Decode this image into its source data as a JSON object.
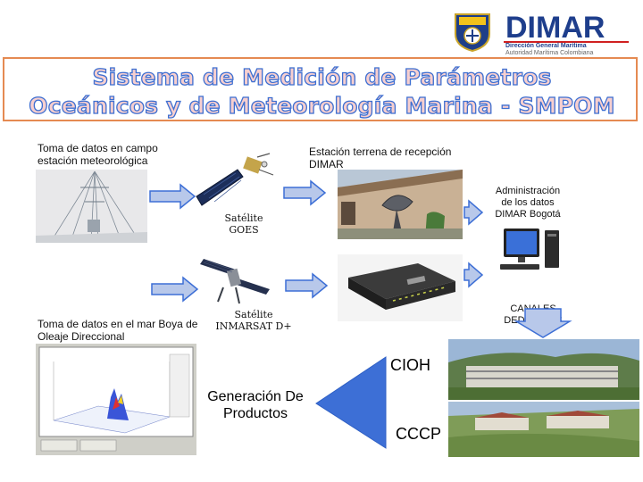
{
  "header": {
    "logo_text_main": "DIMAR",
    "logo_text_sub1": "Dirección General Marítima",
    "logo_text_sub2": "Autoridad Marítima Colombiana"
  },
  "title": {
    "line1": "Sistema de Medición de Parámetros",
    "line2": "Oceánicos y de Meteorología Marina - SMPOM"
  },
  "labels": {
    "toma_campo": "Toma de datos en campo estación meteorológica",
    "estacion_terrena": "Estación terrena de recepción DIMAR",
    "satelite_goes": "Satélite GOES",
    "administracion": "Administración de los datos DIMAR Bogotá",
    "canales": "CANALES DEDICADOS",
    "toma_mar": "Toma de datos en el mar Boya de Oleaje Direccional",
    "satelite_inmarsat": "Satélite INMARSAT D+",
    "cioh": "CIOH",
    "generacion": "Generación De Productos",
    "cccp": "CCCP"
  },
  "colors": {
    "title_fill": "#f7cfcf",
    "title_stroke": "#3e6fd1",
    "border": "#e58a52",
    "arrow_blue": "#3d6fd6",
    "arrow_light": "#b8c8ea"
  }
}
